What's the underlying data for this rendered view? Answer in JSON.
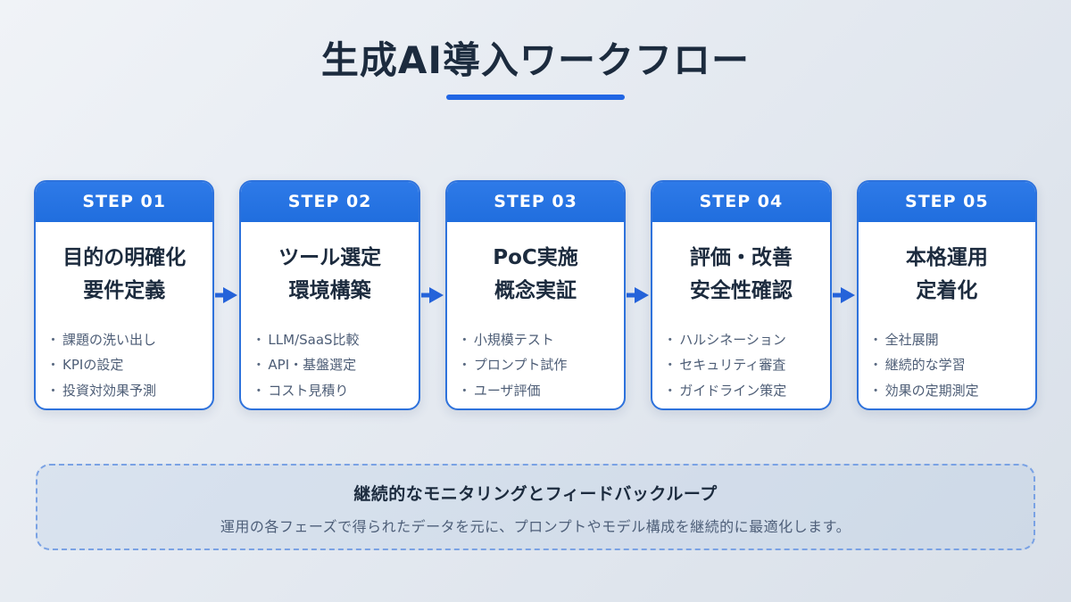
{
  "title": "生成AI導入ワークフロー",
  "bullet": "・",
  "steps": [
    {
      "badge": "STEP 01",
      "title_lines": [
        "目的の明確化",
        "要件定義"
      ],
      "items": [
        "課題の洗い出し",
        "KPIの設定",
        "投資対効果予測"
      ]
    },
    {
      "badge": "STEP 02",
      "title_lines": [
        "ツール選定",
        "環境構築"
      ],
      "items": [
        "LLM/SaaS比較",
        "API・基盤選定",
        "コスト見積り"
      ]
    },
    {
      "badge": "STEP 03",
      "title_lines": [
        "PoC実施",
        "概念実証"
      ],
      "items": [
        "小規模テスト",
        "プロンプト試作",
        "ユーザ評価"
      ]
    },
    {
      "badge": "STEP 04",
      "title_lines": [
        "評価・改善",
        "安全性確認"
      ],
      "items": [
        "ハルシネーション",
        "セキュリティ審査",
        "ガイドライン策定"
      ]
    },
    {
      "badge": "STEP 05",
      "title_lines": [
        "本格運用",
        "定着化"
      ],
      "items": [
        "全社展開",
        "継続的な学習",
        "効果の定期測定"
      ]
    }
  ],
  "footer": {
    "title": "継続的なモニタリングとフィードバックループ",
    "description": "運用の各フェーズで得られたデータを元に、プロンプトやモデル構成を継続的に最適化します。"
  },
  "colors": {
    "accent_blue": "#2271e1",
    "underline_blue": "#2166e4",
    "arrow_blue": "#2563da",
    "card_border_blue": "#2e72dc",
    "dark_navy_text": "#1c2b3e",
    "muted_text": "#4d5d76",
    "footer_border_blue": "#7aa2e4"
  }
}
